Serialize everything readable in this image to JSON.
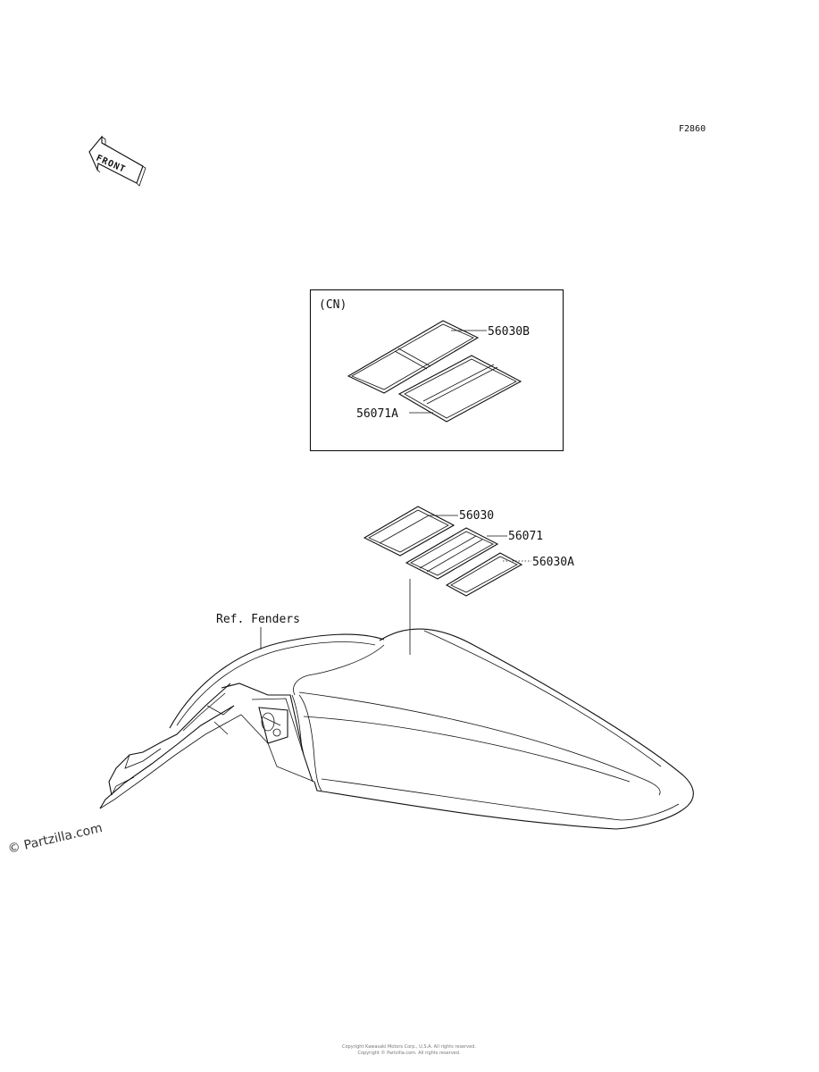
{
  "figure": {
    "code": "F2860"
  },
  "front_arrow": {
    "label": "FRONT",
    "icon": "front-direction-arrow-icon"
  },
  "inset": {
    "region_label": "(CN)",
    "parts": [
      {
        "part_number": "56030B"
      },
      {
        "part_number": "56071A"
      }
    ]
  },
  "main": {
    "parts": [
      {
        "part_number": "56030"
      },
      {
        "part_number": "56071"
      },
      {
        "part_number": "56030A"
      }
    ],
    "reference_label": "Ref. Fenders"
  },
  "watermark": {
    "text": "© Partzilla.com"
  },
  "footer": {
    "line1": "Copyright Kawasaki Motors Corp., U.S.A. All rights reserved.",
    "line2": "Copyright © Partzilla.com. All rights reserved."
  }
}
